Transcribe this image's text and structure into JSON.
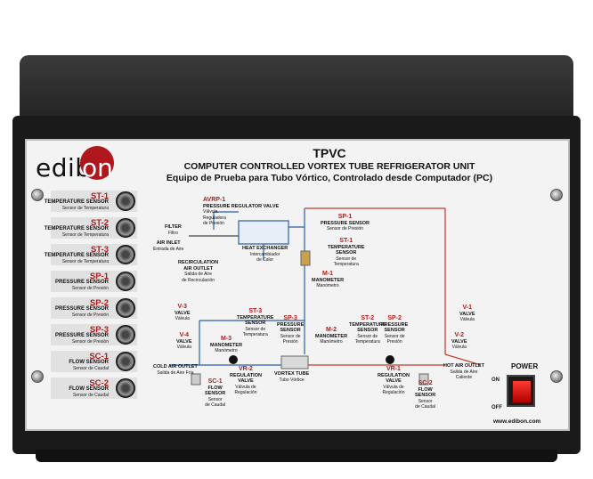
{
  "brand": {
    "logo_left": "edib",
    "logo_right": "on",
    "website": "www.edibon.com"
  },
  "header": {
    "model": "TPVC",
    "title_en": "COMPUTER CONTROLLED VORTEX TUBE REFRIGERATOR UNIT",
    "title_es": "Equipo de Prueba para Tubo Vórtico, Controlado desde Computador (PC)"
  },
  "sensors": [
    {
      "code": "ST-1",
      "name": "TEMPERATURE SENSOR",
      "sub": "Sensor de Temperatura"
    },
    {
      "code": "ST-2",
      "name": "TEMPERATURE SENSOR",
      "sub": "Sensor de Temperatura"
    },
    {
      "code": "ST-3",
      "name": "TEMPERATURE SENSOR",
      "sub": "Sensor de Temperatura"
    },
    {
      "code": "SP-1",
      "name": "PRESSURE SENSOR",
      "sub": "Sensor de Presión"
    },
    {
      "code": "SP-2",
      "name": "PRESSURE SENSOR",
      "sub": "Sensor de Presión"
    },
    {
      "code": "SP-3",
      "name": "PRESSURE SENSOR",
      "sub": "Sensor de Presión"
    },
    {
      "code": "SC-1",
      "name": "FLOW SENSOR",
      "sub": "Sensor de Caudal"
    },
    {
      "code": "SC-2",
      "name": "FLOW SENSOR",
      "sub": "Sensor de Caudal"
    }
  ],
  "diagram": {
    "avrp1": {
      "code": "AVRP-1",
      "name": "PRESSURE REGULATOR VALVE",
      "sub1": "Válvula",
      "sub2": "Reguladora",
      "sub3": "de Presión"
    },
    "filter": {
      "name": "FILTER",
      "sub": "Filtro"
    },
    "air_inlet": {
      "name": "AIR INLET",
      "sub": "Entrada de Aire"
    },
    "heat_exchanger": {
      "name": "HEAT EXCHANGER",
      "sub1": "Intercambiador",
      "sub2": "de Calor"
    },
    "recirc": {
      "name1": "RECIRCULATION",
      "name2": "AIR OUTLET",
      "sub1": "Salida de Aire",
      "sub2": "de Recirculación"
    },
    "sp1": {
      "code": "SP-1",
      "name": "PRESSURE SENSOR",
      "sub": "Sensor de Presión"
    },
    "st1": {
      "code": "ST-1",
      "name1": "TEMPERATURE",
      "name2": "SENSOR",
      "sub1": "Sensor de",
      "sub2": "Temperatura"
    },
    "m1": {
      "code": "M-1",
      "name": "MANOMETER",
      "sub": "Manómetro"
    },
    "v3": {
      "code": "V-3",
      "name": "VALVE",
      "sub": "Válvula"
    },
    "v4": {
      "code": "V-4",
      "name": "VALVE",
      "sub": "Válvula"
    },
    "st3": {
      "code": "ST-3",
      "name1": "TEMPERATURE",
      "name2": "SENSOR",
      "sub1": "Sensor de",
      "sub2": "Temperatura"
    },
    "sp3": {
      "code": "SP-3",
      "name1": "PRESSURE",
      "name2": "SENSOR",
      "sub1": "Sensor de",
      "sub2": "Presión"
    },
    "m3": {
      "code": "M-3",
      "name": "MANOMETER",
      "sub": "Manómetro"
    },
    "m2": {
      "code": "M-2",
      "name": "MANOMETER",
      "sub": "Manómetro"
    },
    "st2": {
      "code": "ST-2",
      "name1": "TEMPERATURE",
      "name2": "SENSOR",
      "sub1": "Sensor de",
      "sub2": "Temperatura"
    },
    "sp2": {
      "code": "SP-2",
      "name1": "PRESSURE",
      "name2": "SENSOR",
      "sub1": "Sensor de",
      "sub2": "Presión"
    },
    "v1": {
      "code": "V-1",
      "name": "VALVE",
      "sub": "Válvula"
    },
    "v2": {
      "code": "V-2",
      "name": "VALVE",
      "sub": "Válvula"
    },
    "cold_outlet": {
      "name": "COLD AIR OUTLET",
      "sub": "Salida de Aire Fría"
    },
    "hot_outlet": {
      "name": "HOT AIR OUTLET",
      "sub1": "Salida de Aire",
      "sub2": "Caliente"
    },
    "vr2": {
      "code": "VR-2",
      "name1": "REGULATION",
      "name2": "VALVE",
      "sub1": "Válvula de",
      "sub2": "Regulación"
    },
    "vr1": {
      "code": "VR-1",
      "name1": "REGULATION",
      "name2": "VALVE",
      "sub1": "Válvula de",
      "sub2": "Regulación"
    },
    "vortex": {
      "name": "VORTEX TUBE",
      "sub": "Tubo Vórtice"
    },
    "sc1": {
      "code": "SC-1",
      "name1": "FLOW",
      "name2": "SENSOR",
      "sub1": "Sensor",
      "sub2": "de Caudal"
    },
    "sc2": {
      "code": "SC-2",
      "name1": "FLOW",
      "name2": "SENSOR",
      "sub1": "Sensor",
      "sub2": "de Caudal"
    }
  },
  "power": {
    "label": "POWER",
    "on": "ON",
    "off": "OFF"
  }
}
